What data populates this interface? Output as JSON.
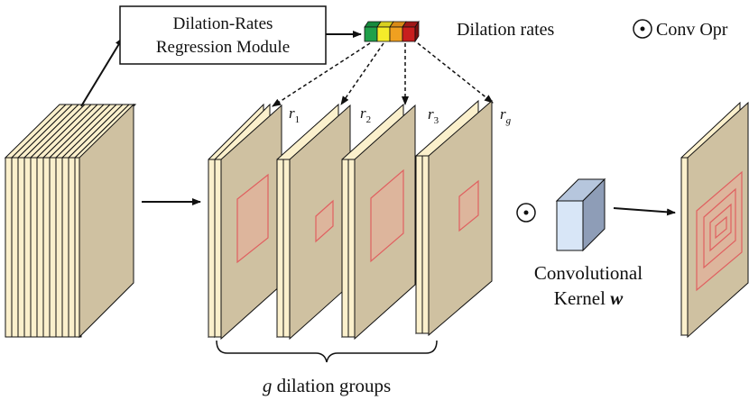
{
  "regression_module": {
    "line1": "Dilation-Rates",
    "line2": "Regression Module"
  },
  "dilation_rates_label": "Dilation rates",
  "legend": {
    "symbol": "⊙",
    "label": "Conv Opr"
  },
  "rate_labels": {
    "r1": {
      "base": "r",
      "sub": "1"
    },
    "r2": {
      "base": "r",
      "sub": "2"
    },
    "r3": {
      "base": "r",
      "sub": "3"
    },
    "rg": {
      "base": "r",
      "sub": "g"
    }
  },
  "operator_symbol": "⊙",
  "kernel": {
    "line1": "Convolutional",
    "line2_prefix": "Kernel ",
    "line2_var": "w"
  },
  "groups_caption": {
    "var": "g",
    "text": " dilation groups"
  },
  "colors": {
    "feature_face": "#cfc1a1",
    "feature_side": "#fbf0cc",
    "region_fill": "#ddb59c",
    "region_stroke": "#e06060",
    "kernel_front": "#d8e6f7",
    "kernel_top": "#b6c6dd",
    "kernel_side": "#8e9db7",
    "rate_cells": [
      "#1fa04a",
      "#f4ec2a",
      "#f0a020",
      "#c81e1e"
    ]
  }
}
